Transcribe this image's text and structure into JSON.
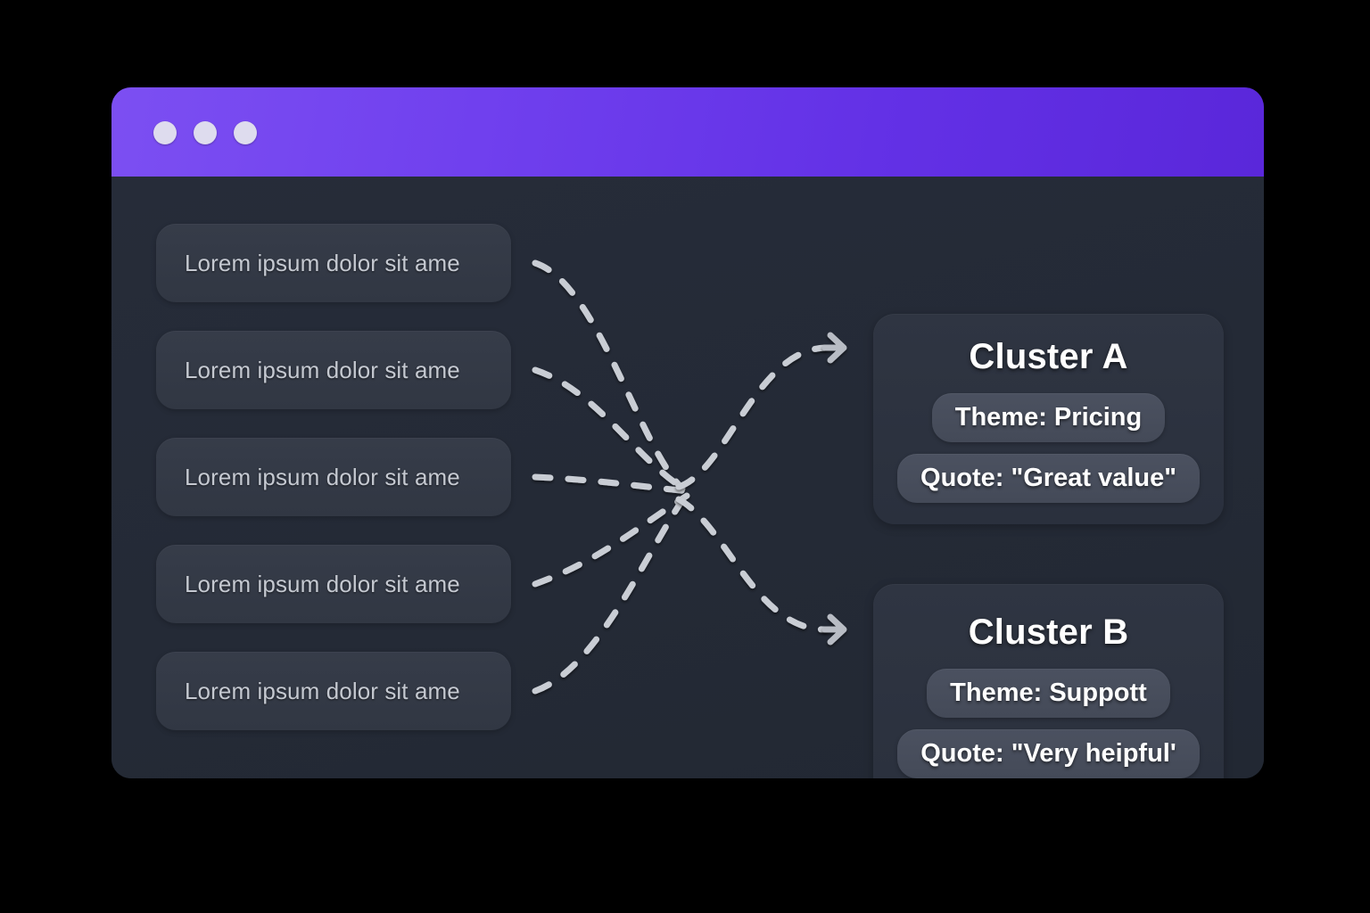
{
  "window": {
    "titlebar": {
      "traffic_lights": [
        {
          "name": "close-dot",
          "color": "#DEDCEE"
        },
        {
          "name": "minimize-dot",
          "color": "#DEDCEE"
        },
        {
          "name": "maximize-dot",
          "color": "#DEDCEE"
        }
      ],
      "gradient_from": "#7C4FF2",
      "gradient_to": "#5A27DA"
    },
    "background": "#252B38"
  },
  "feedback": {
    "items": [
      {
        "text": "Lorem ipsum dolor sit ame"
      },
      {
        "text": "Lorem ipsum dolor sit ame"
      },
      {
        "text": "Lorem ipsum dolor sit ame"
      },
      {
        "text": "Lorem ipsum dolor sit ame"
      },
      {
        "text": "Lorem ipsum dolor sit ame"
      }
    ]
  },
  "connectors": {
    "style": "dashed",
    "color": "#C9CDD4",
    "arrow_color": "#B8BCC4",
    "count": 5,
    "arrow_count": 2
  },
  "clusters": [
    {
      "title": "Cluster A",
      "pills": [
        {
          "label": "Theme: Pricing"
        },
        {
          "label": "Quote: \"Great value\""
        }
      ]
    },
    {
      "title": "Cluster B",
      "pills": [
        {
          "label": "Theme: Suppott"
        },
        {
          "label": "Quote: \"Very heipful'"
        }
      ]
    }
  ]
}
